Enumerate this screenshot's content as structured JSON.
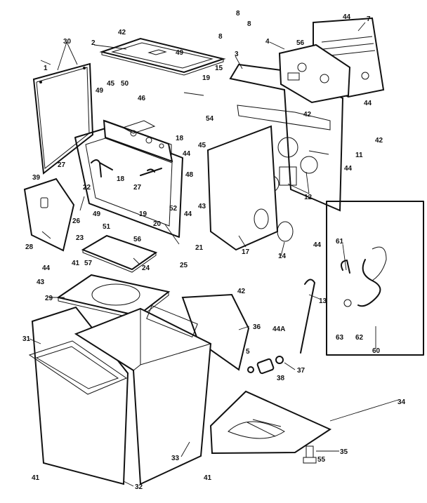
{
  "labels": [
    {
      "id": "1",
      "text": "1"
    },
    {
      "id": "2",
      "text": "2"
    },
    {
      "id": "3",
      "text": "3"
    },
    {
      "id": "4",
      "text": "4"
    },
    {
      "id": "5",
      "text": "5"
    },
    {
      "id": "7",
      "text": "7"
    },
    {
      "id": "8a",
      "text": "8"
    },
    {
      "id": "8b",
      "text": "8"
    },
    {
      "id": "8c",
      "text": "8"
    },
    {
      "id": "11",
      "text": "11"
    },
    {
      "id": "12",
      "text": "12"
    },
    {
      "id": "13",
      "text": "13"
    },
    {
      "id": "14",
      "text": "14"
    },
    {
      "id": "15",
      "text": "15"
    },
    {
      "id": "17",
      "text": "17"
    },
    {
      "id": "18a",
      "text": "18"
    },
    {
      "id": "18b",
      "text": "18"
    },
    {
      "id": "19a",
      "text": "19"
    },
    {
      "id": "19b",
      "text": "19"
    },
    {
      "id": "20",
      "text": "20"
    },
    {
      "id": "21",
      "text": "21"
    },
    {
      "id": "22",
      "text": "22"
    },
    {
      "id": "23",
      "text": "23"
    },
    {
      "id": "24",
      "text": "24"
    },
    {
      "id": "25",
      "text": "25"
    },
    {
      "id": "26",
      "text": "26"
    },
    {
      "id": "27a",
      "text": "27"
    },
    {
      "id": "27b",
      "text": "27"
    },
    {
      "id": "28",
      "text": "28"
    },
    {
      "id": "29",
      "text": "29"
    },
    {
      "id": "30",
      "text": "30"
    },
    {
      "id": "31",
      "text": "31"
    },
    {
      "id": "32",
      "text": "32"
    },
    {
      "id": "33",
      "text": "33"
    },
    {
      "id": "34",
      "text": "34"
    },
    {
      "id": "35",
      "text": "35"
    },
    {
      "id": "36",
      "text": "36"
    },
    {
      "id": "37",
      "text": "37"
    },
    {
      "id": "38",
      "text": "38"
    },
    {
      "id": "39",
      "text": "39"
    },
    {
      "id": "41a",
      "text": "41"
    },
    {
      "id": "41b",
      "text": "41"
    },
    {
      "id": "41c",
      "text": "41"
    },
    {
      "id": "42a",
      "text": "42"
    },
    {
      "id": "42b",
      "text": "42"
    },
    {
      "id": "42c",
      "text": "42"
    },
    {
      "id": "42d",
      "text": "42"
    },
    {
      "id": "43a",
      "text": "43"
    },
    {
      "id": "43b",
      "text": "43"
    },
    {
      "id": "44a",
      "text": "44"
    },
    {
      "id": "44b",
      "text": "44"
    },
    {
      "id": "44c",
      "text": "44"
    },
    {
      "id": "44d",
      "text": "44"
    },
    {
      "id": "44e",
      "text": "44"
    },
    {
      "id": "44f",
      "text": "44"
    },
    {
      "id": "44g",
      "text": "44"
    },
    {
      "id": "44A",
      "text": "44A"
    },
    {
      "id": "45a",
      "text": "45"
    },
    {
      "id": "45b",
      "text": "45"
    },
    {
      "id": "46",
      "text": "46"
    },
    {
      "id": "48",
      "text": "48"
    },
    {
      "id": "49a",
      "text": "49"
    },
    {
      "id": "49b",
      "text": "49"
    },
    {
      "id": "49c",
      "text": "49"
    },
    {
      "id": "50",
      "text": "50"
    },
    {
      "id": "51",
      "text": "51"
    },
    {
      "id": "52",
      "text": "52"
    },
    {
      "id": "54",
      "text": "54"
    },
    {
      "id": "55",
      "text": "55"
    },
    {
      "id": "56a",
      "text": "56"
    },
    {
      "id": "56b",
      "text": "56"
    },
    {
      "id": "57",
      "text": "57"
    },
    {
      "id": "60",
      "text": "60"
    },
    {
      "id": "61",
      "text": "61"
    },
    {
      "id": "62",
      "text": "62"
    },
    {
      "id": "63",
      "text": "63"
    }
  ]
}
